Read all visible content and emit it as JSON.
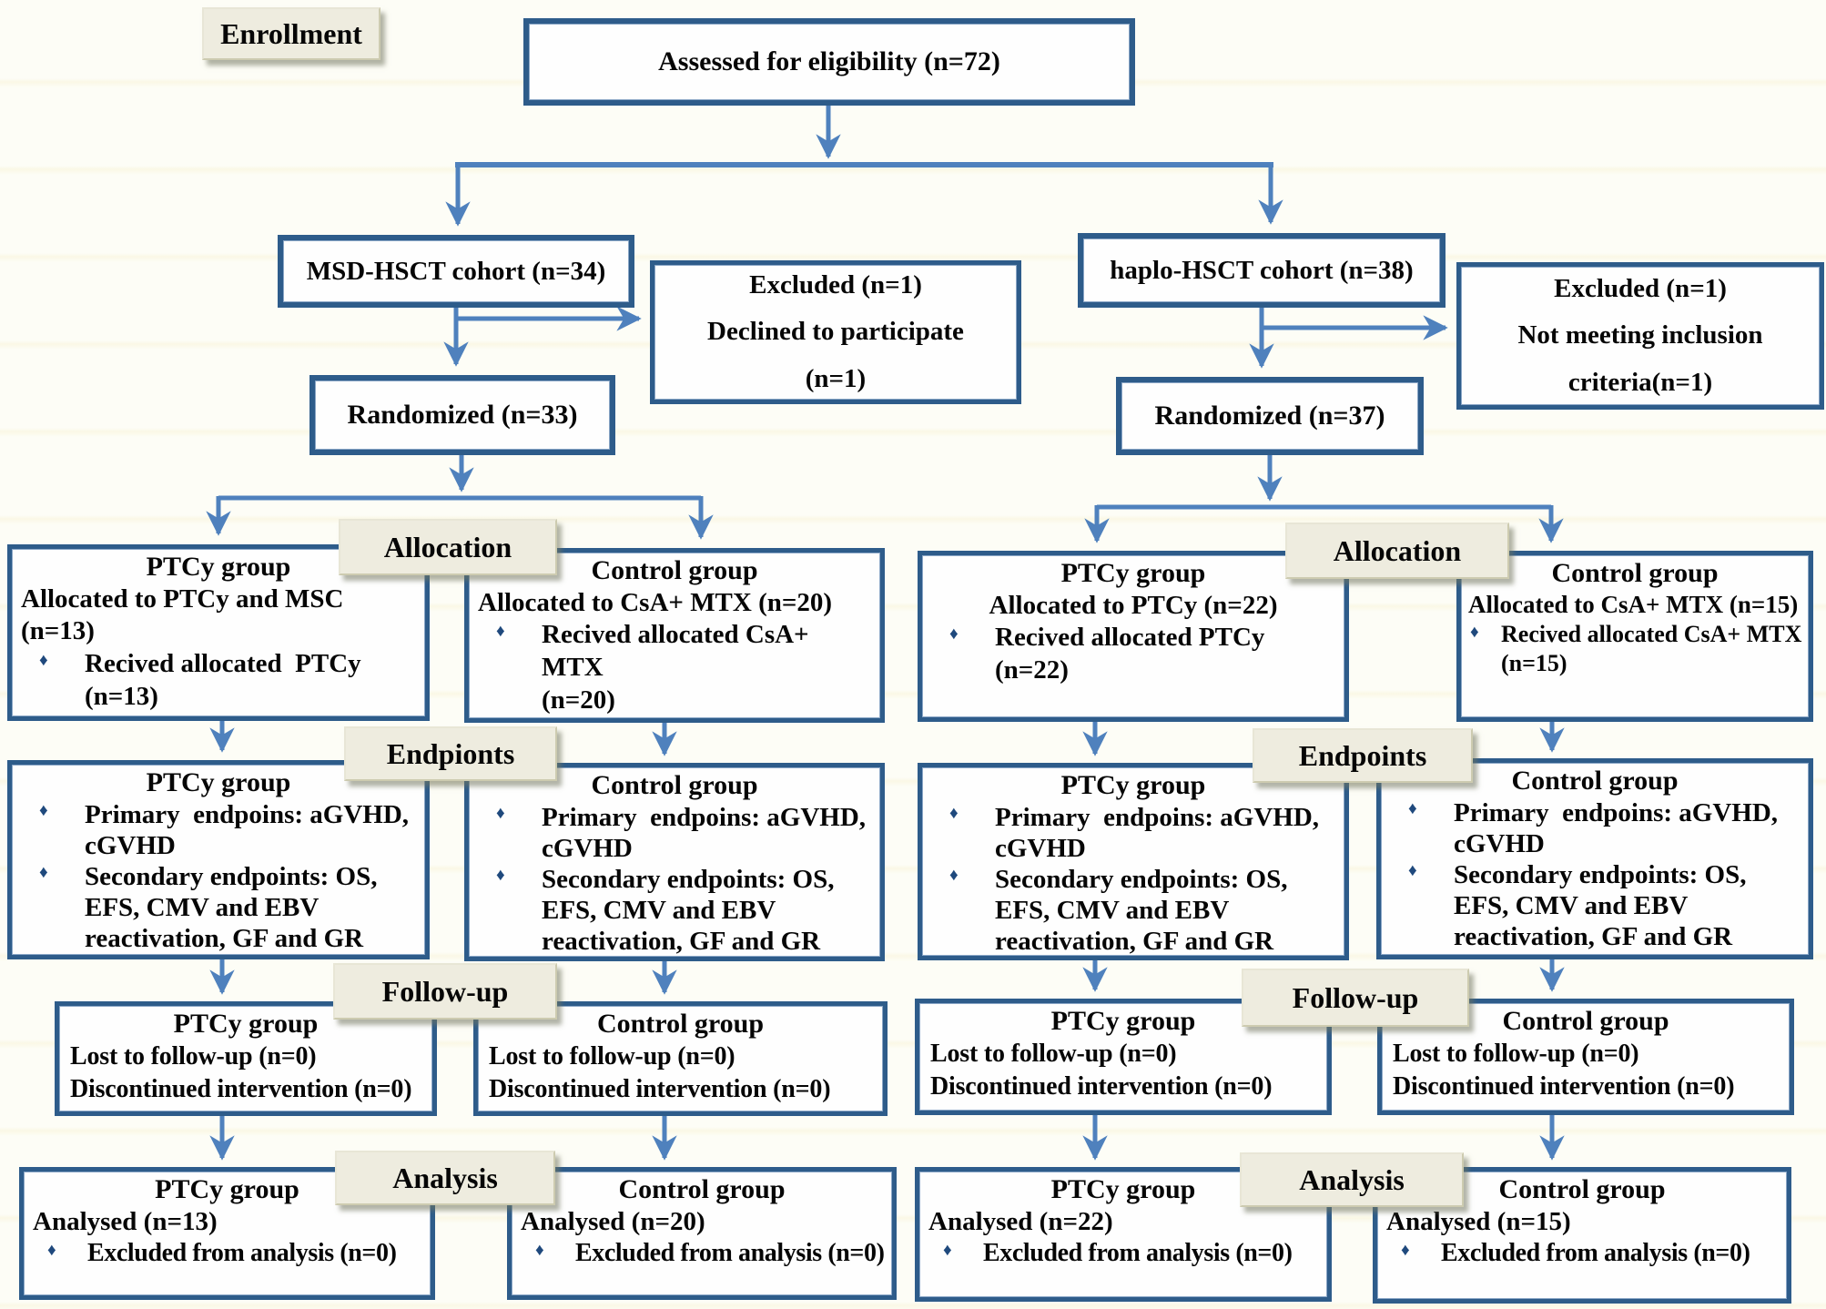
{
  "colors": {
    "box_border": "#2e5c8a",
    "arrow": "#4f81bd",
    "label_bg": "#eeecdf",
    "label_border": "#cdcbb0",
    "bullet": "#1f497d",
    "text": "#060606"
  },
  "glyphs": {
    "diamond": "♦"
  },
  "stage_labels": {
    "enrollment": "Enrollment",
    "allocation_left": "Allocation",
    "allocation_right": "Allocation",
    "endpoints_left": "Endpionts",
    "endpoints_right": "Endpoints",
    "followup_left": "Follow-up",
    "followup_right": "Follow-up",
    "analysis_left": "Analysis",
    "analysis_right": "Analysis"
  },
  "nodes": {
    "assessed": {
      "text": "Assessed for eligibility (n=72)"
    },
    "msd_cohort": {
      "text": "MSD-HSCT cohort (n=34)"
    },
    "haplo_cohort": {
      "text": "haplo-HSCT cohort (n=38)"
    },
    "excluded_msd": {
      "text": "Excluded (n=1)\nDeclined to participate\n(n=1)"
    },
    "excluded_haplo": {
      "text": "Excluded (n=1)\nNot meeting inclusion\ncriteria(n=1)"
    },
    "randomized_msd": {
      "text": "Randomized (n=33)"
    },
    "randomized_haplo": {
      "text": "Randomized (n=37)"
    },
    "alloc_msd_ptcy": {
      "heading": "PTCy group",
      "body": "Allocated to PTCy and MSC\n(n=13)",
      "bullet": "Recived allocated  PTCy\n(n=13)"
    },
    "alloc_msd_ctrl": {
      "heading": "Control group",
      "body": "Allocated to CsA+ MTX (n=20)",
      "bullet": "Recived allocated CsA+ MTX\n(n=20)"
    },
    "alloc_haplo_ptcy": {
      "heading": "PTCy group",
      "body": "Allocated to PTCy (n=22)",
      "bullet": "Recived allocated PTCy\n(n=22)"
    },
    "alloc_haplo_ctrl": {
      "heading": "Control group",
      "body": "Allocated to CsA+ MTX (n=15)",
      "bullet": "Recived allocated CsA+ MTX\n(n=15)"
    },
    "ep_msd_ptcy": {
      "heading": "PTCy group",
      "bullet1": "Primary  endpoins: aGVHD,\ncGVHD",
      "bullet2": "Secondary endpoints: OS,\nEFS, CMV and EBV\nreactivation, GF and GR"
    },
    "ep_msd_ctrl": {
      "heading": "Control group",
      "bullet1": "Primary  endpoins: aGVHD,\ncGVHD",
      "bullet2": "Secondary endpoints: OS,\nEFS, CMV and EBV\nreactivation, GF and GR"
    },
    "ep_haplo_ptcy": {
      "heading": "PTCy group",
      "bullet1": "Primary  endpoins: aGVHD,\ncGVHD",
      "bullet2": "Secondary endpoints: OS,\nEFS, CMV and EBV\nreactivation, GF and GR"
    },
    "ep_haplo_ctrl": {
      "heading": "Control group",
      "bullet1": "Primary  endpoins: aGVHD,\ncGVHD",
      "bullet2": "Secondary endpoints: OS,\nEFS, CMV and EBV\nreactivation, GF and GR"
    },
    "fu_msd_ptcy": {
      "heading": "PTCy group",
      "body": "Lost to follow-up (n=0)\nDiscontinued intervention (n=0)"
    },
    "fu_msd_ctrl": {
      "heading": "Control group",
      "body": "Lost to follow-up (n=0)\nDiscontinued intervention (n=0)"
    },
    "fu_haplo_ptcy": {
      "heading": "PTCy group",
      "body": "Lost to follow-up (n=0)\nDiscontinued intervention (n=0)"
    },
    "fu_haplo_ctrl": {
      "heading": "Control group",
      "body": "Lost to follow-up (n=0)\nDiscontinued intervention (n=0)"
    },
    "an_msd_ptcy": {
      "heading": "PTCy group",
      "body": "Analysed (n=13)",
      "bullet": "Excluded from analysis (n=0)"
    },
    "an_msd_ctrl": {
      "heading": "Control group",
      "body": "Analysed (n=20)",
      "bullet": "Excluded from analysis (n=0)"
    },
    "an_haplo_ptcy": {
      "heading": "PTCy group",
      "body": "Analysed (n=22)",
      "bullet": "Excluded from analysis (n=0)"
    },
    "an_haplo_ctrl": {
      "heading": "Control group",
      "body": "Analysed (n=15)",
      "bullet": "Excluded from analysis (n=0)"
    }
  }
}
